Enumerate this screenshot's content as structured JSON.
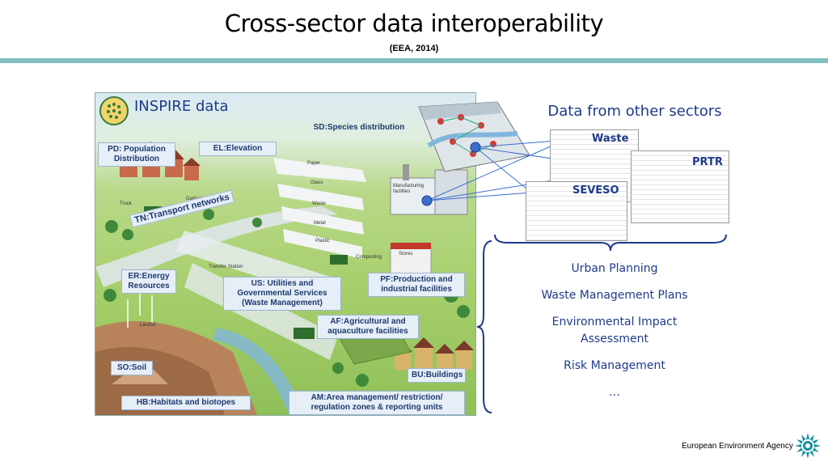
{
  "header": {
    "title": "Cross-sector data interoperability",
    "subtitle": "(EEA, 2014)"
  },
  "panel": {
    "title": "INSPIRE data",
    "themes": {
      "sd": "SD:Species distribution",
      "pd": "PD: Population Distribution",
      "el": "EL:Elevation",
      "tn": "TN:Transport networks",
      "er": "ER:Energy Resources",
      "us": "US: Utilities and Governmental Services (Waste Management)",
      "pf": "PF:Production and industrial facilities",
      "af": "AF:Agricultural and aquaculture facilities",
      "so": "SO:Soil",
      "bu": "BU:Buildings",
      "hb": "HB:Habitats and biotopes",
      "am": "AM:Area management/ restriction/ regulation zones & reporting units"
    },
    "scene": {
      "paper": "Paper",
      "glass": "Glass",
      "waste": "Waste",
      "metal": "Metal",
      "plastic": "Plastic",
      "manufacturing": "Manufacturing facilities",
      "stores": "Stores",
      "composting": "Composting",
      "landfill": "Landfill",
      "transfer": "Transfer Station",
      "garbage_can": "Garbage Can",
      "truck": "Truck"
    }
  },
  "sectors": {
    "title": "Data from other sectors",
    "datasets": [
      "Waste",
      "PRTR",
      "SEVESO"
    ],
    "uses": [
      "Urban Planning",
      "Waste Management Plans",
      "Environmental Impact Assessment",
      "Risk Management",
      "…"
    ]
  },
  "footer": {
    "org": "European Environment Agency"
  },
  "colors": {
    "accent": "#1e3a8a",
    "rule": "#7fbfbf",
    "label_bg": "#e6eef7",
    "node": "#3a6fd0"
  }
}
